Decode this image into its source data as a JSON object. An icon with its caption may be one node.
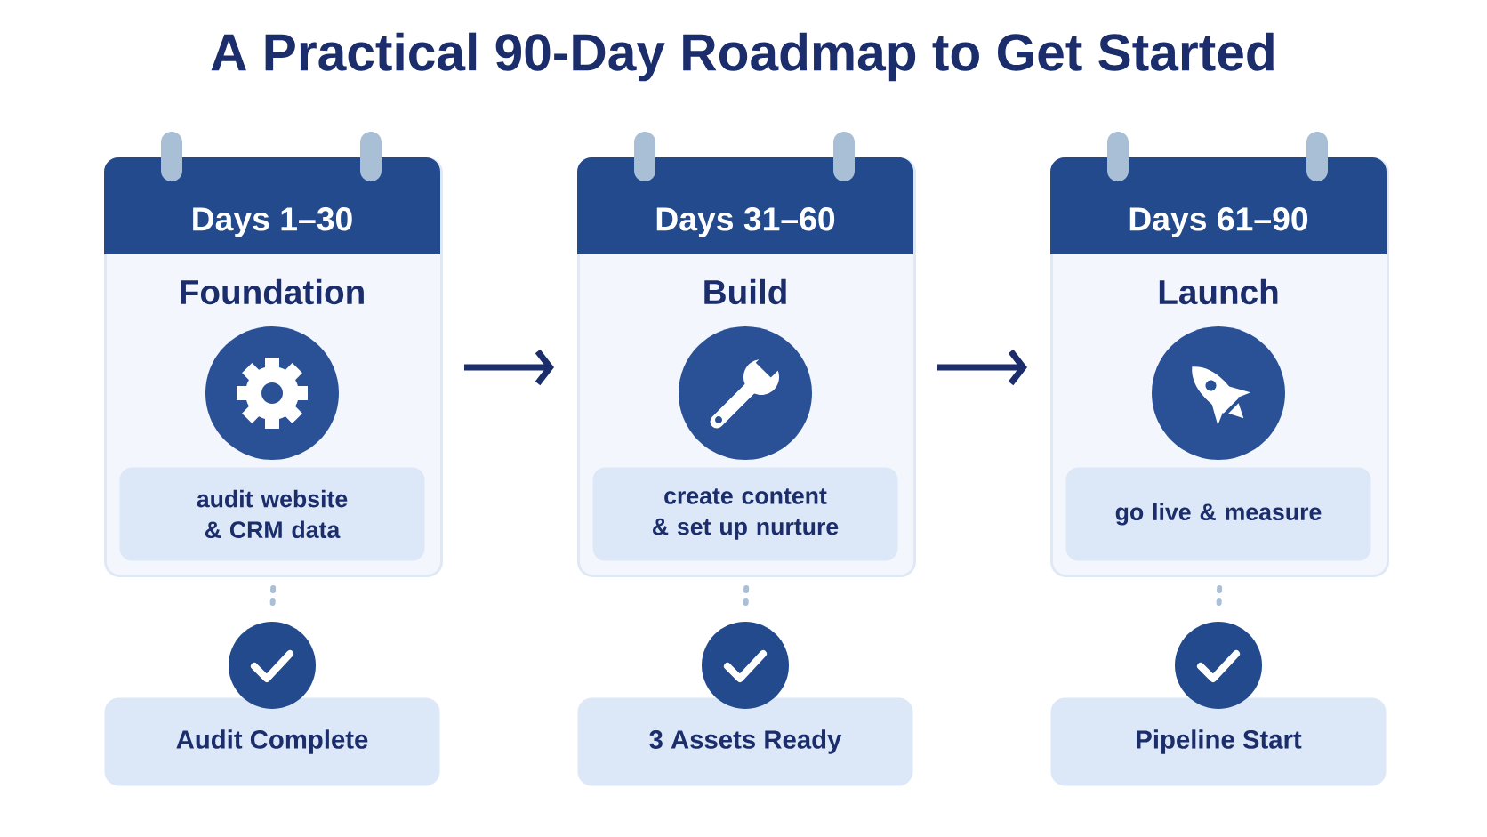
{
  "diagram": {
    "title": "A Practical 90-Day Roadmap to Get Started",
    "nodes": [
      {
        "text": [
          "Days 1–30",
          "Foundation"
        ]
      },
      {
        "text": [
          "audit website & CRM data"
        ],
        "in": 0
      },
      {
        "text": [],
        "shape": "circle"
      },
      {
        "text": [
          "Audit Complete"
        ]
      },
      {
        "text": [
          "Days 31–60",
          "Build"
        ]
      },
      {
        "text": [
          "create content & set up nurture"
        ],
        "in": 4
      },
      {
        "text": [],
        "shape": "circle"
      },
      {
        "text": [
          "3 Assets Ready"
        ]
      },
      {
        "text": [
          "Days 61–90",
          "Launch"
        ]
      },
      {
        "text": [
          "go live & measure"
        ],
        "in": 8
      },
      {
        "text": [],
        "shape": "circle"
      },
      {
        "text": [
          "Pipeline Start"
        ]
      }
    ],
    "edges": [
      {
        "from": 0,
        "to": 4,
        "arrow": "to",
        "color": "#1b2d6b"
      },
      {
        "from": 4,
        "to": 8,
        "arrow": "to",
        "color": "#1b2d6b"
      },
      {
        "from": 0,
        "to": 2,
        "arrow": "none",
        "style": "dashed",
        "color": "#a9bfd6"
      },
      {
        "from": 4,
        "to": 6,
        "arrow": "none",
        "style": "dashed",
        "color": "#a9bfd6"
      },
      {
        "from": 8,
        "to": 10,
        "arrow": "none",
        "style": "dashed",
        "color": "#a9bfd6"
      }
    ]
  }
}
